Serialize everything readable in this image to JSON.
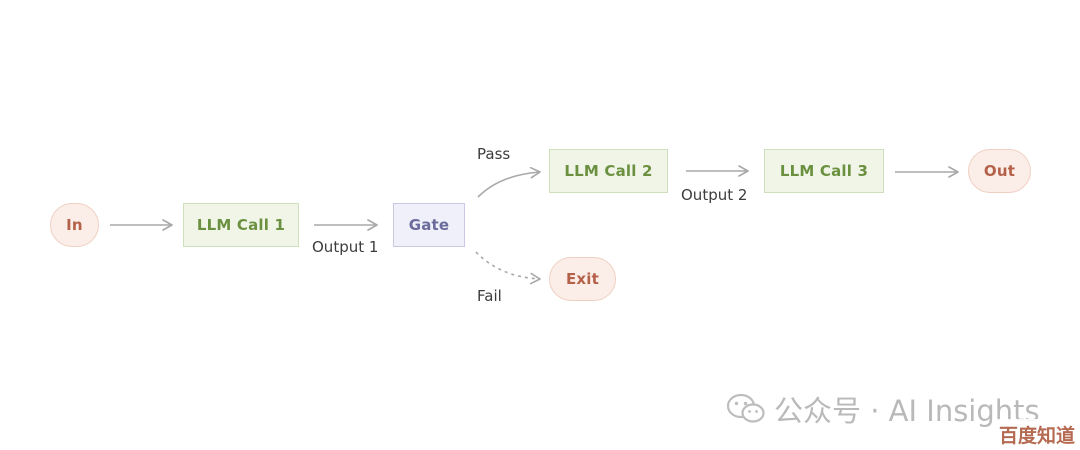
{
  "nodes": {
    "in": "In",
    "llm_call_1": "LLM Call 1",
    "gate": "Gate",
    "llm_call_2": "LLM Call 2",
    "llm_call_3": "LLM Call 3",
    "out": "Out",
    "exit": "Exit"
  },
  "edge_labels": {
    "output_1": "Output 1",
    "output_2": "Output 2",
    "pass": "Pass",
    "fail": "Fail"
  },
  "watermark": {
    "text": "公众号 · AI Insights",
    "icon": "wechat-icon"
  },
  "badge": {
    "text": "百度知道"
  },
  "colors": {
    "terminal_fill": "#fbeee8",
    "terminal_text": "#b5614a",
    "llm_fill": "#f0f5e8",
    "llm_text": "#6b9140",
    "gate_fill": "#f0f0fa",
    "gate_text": "#6b6b9c",
    "arrow": "#a8a8a8"
  }
}
